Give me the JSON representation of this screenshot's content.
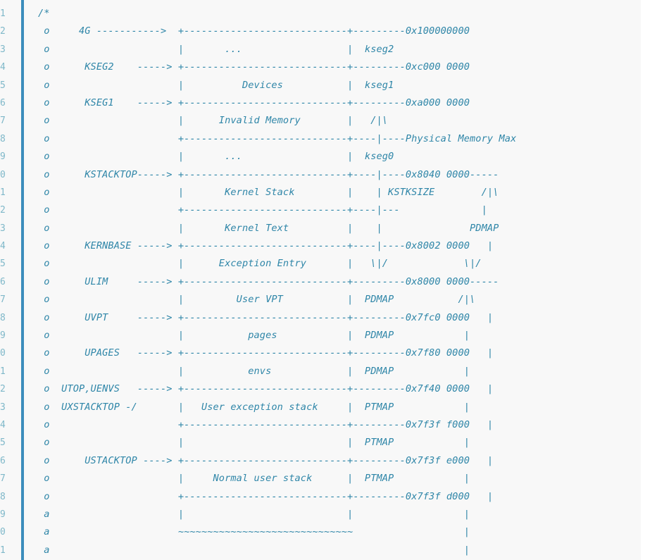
{
  "lines": [
    {
      "number": "1",
      "text": "/*"
    },
    {
      "number": "2",
      "text": " o     4G ----------->  +----------------------------+---------0x100000000"
    },
    {
      "number": "3",
      "text": " o                      |       ...                  |  kseg2"
    },
    {
      "number": "4",
      "text": " o      KSEG2    -----> +----------------------------+---------0xc000 0000"
    },
    {
      "number": "5",
      "text": " o                      |          Devices           |  kseg1"
    },
    {
      "number": "6",
      "text": " o      KSEG1    -----> +----------------------------+---------0xa000 0000"
    },
    {
      "number": "7",
      "text": " o                      |      Invalid Memory        |   /|\\"
    },
    {
      "number": "8",
      "text": " o                      +----------------------------+----|----Physical Memory Max"
    },
    {
      "number": "9",
      "text": " o                      |       ...                  |  kseg0"
    },
    {
      "number": "0",
      "text": " o      KSTACKTOP-----> +----------------------------+----|----0x8040 0000-----"
    },
    {
      "number": "1",
      "text": " o                      |       Kernel Stack         |    | KSTKSIZE        /|\\"
    },
    {
      "number": "2",
      "text": " o                      +----------------------------+----|---              |"
    },
    {
      "number": "3",
      "text": " o                      |       Kernel Text          |    |               PDMAP"
    },
    {
      "number": "4",
      "text": " o      KERNBASE -----> +----------------------------+----|----0x8002 0000   |"
    },
    {
      "number": "5",
      "text": " o                      |      Exception Entry       |   \\|/             \\|/"
    },
    {
      "number": "6",
      "text": " o      ULIM     -----> +----------------------------+---------0x8000 0000-----"
    },
    {
      "number": "7",
      "text": " o                      |         User VPT           |  PDMAP           /|\\"
    },
    {
      "number": "8",
      "text": " o      UVPT     -----> +----------------------------+---------0x7fc0 0000   |"
    },
    {
      "number": "9",
      "text": " o                      |           pages            |  PDMAP            |"
    },
    {
      "number": "0",
      "text": " o      UPAGES   -----> +----------------------------+---------0x7f80 0000   |"
    },
    {
      "number": "1",
      "text": " o                      |           envs             |  PDMAP            |"
    },
    {
      "number": "2",
      "text": " o  UTOP,UENVS   -----> +----------------------------+---------0x7f40 0000   |"
    },
    {
      "number": "3",
      "text": " o  UXSTACKTOP -/       |   User exception stack     |  PTMAP            |"
    },
    {
      "number": "4",
      "text": " o                      +----------------------------+---------0x7f3f f000   |"
    },
    {
      "number": "5",
      "text": " o                      |                            |  PTMAP            |"
    },
    {
      "number": "6",
      "text": " o      USTACKTOP ----> +----------------------------+---------0x7f3f e000   |"
    },
    {
      "number": "7",
      "text": " o                      |     Normal user stack      |  PTMAP            |"
    },
    {
      "number": "8",
      "text": " o                      +----------------------------+---------0x7f3f d000   |"
    },
    {
      "number": "9",
      "text": " a                      |                            |                   |"
    },
    {
      "number": "0",
      "text": " a                      ~~~~~~~~~~~~~~~~~~~~~~~~~~~~~~                   |"
    },
    {
      "number": "1",
      "text": " a                                                                       |"
    }
  ],
  "colors": {
    "background": "#f8f8f8",
    "gutter_bar": "#3c8dbc",
    "line_number": "#7fb8c9",
    "comment_text": "#2f86a8"
  }
}
